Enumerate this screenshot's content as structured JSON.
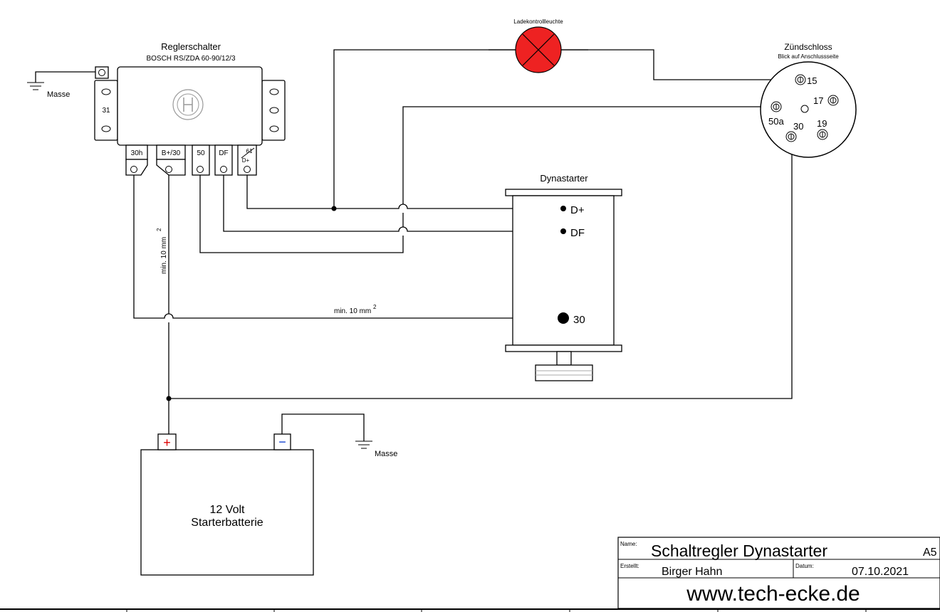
{
  "regulator": {
    "title": "Reglerschalter",
    "model": "BOSCH RS/ZDA 60-90/12/3",
    "left_terminal": "31",
    "terminals": [
      "30h",
      "B+/30",
      "50",
      "DF",
      "61",
      "D+"
    ]
  },
  "ground_left": {
    "label": "Masse"
  },
  "ground_right": {
    "label": "Masse"
  },
  "lamp": {
    "label": "Ladekontrollleuchte",
    "color": "#ee2222"
  },
  "ignition": {
    "title": "Zündschloss",
    "subtitle": "Blick auf Anschlussseite",
    "terminals": [
      "15",
      "17",
      "50a",
      "30",
      "19"
    ]
  },
  "dynastarter": {
    "title": "Dynastarter",
    "terminals": [
      "D+",
      "DF",
      "30"
    ]
  },
  "cables": {
    "vertical_label": "min. 10 mm",
    "vertical_sup": "2",
    "horizontal_label": "min. 10 mm",
    "horizontal_sup": "2"
  },
  "battery": {
    "line1": "12 Volt",
    "line2": "Starterbatterie",
    "plus": "+",
    "minus": "−",
    "plus_color": "#dd0000",
    "minus_color": "#0033cc"
  },
  "titleblock": {
    "name_label": "Name:",
    "name_value": "Schaltregler Dynastarter",
    "format": "A5",
    "created_label": "Erstellt:",
    "created_value": "Birger Hahn",
    "date_label": "Datum:",
    "date_value": "07.10.2021",
    "website": "www.tech-ecke.de"
  }
}
